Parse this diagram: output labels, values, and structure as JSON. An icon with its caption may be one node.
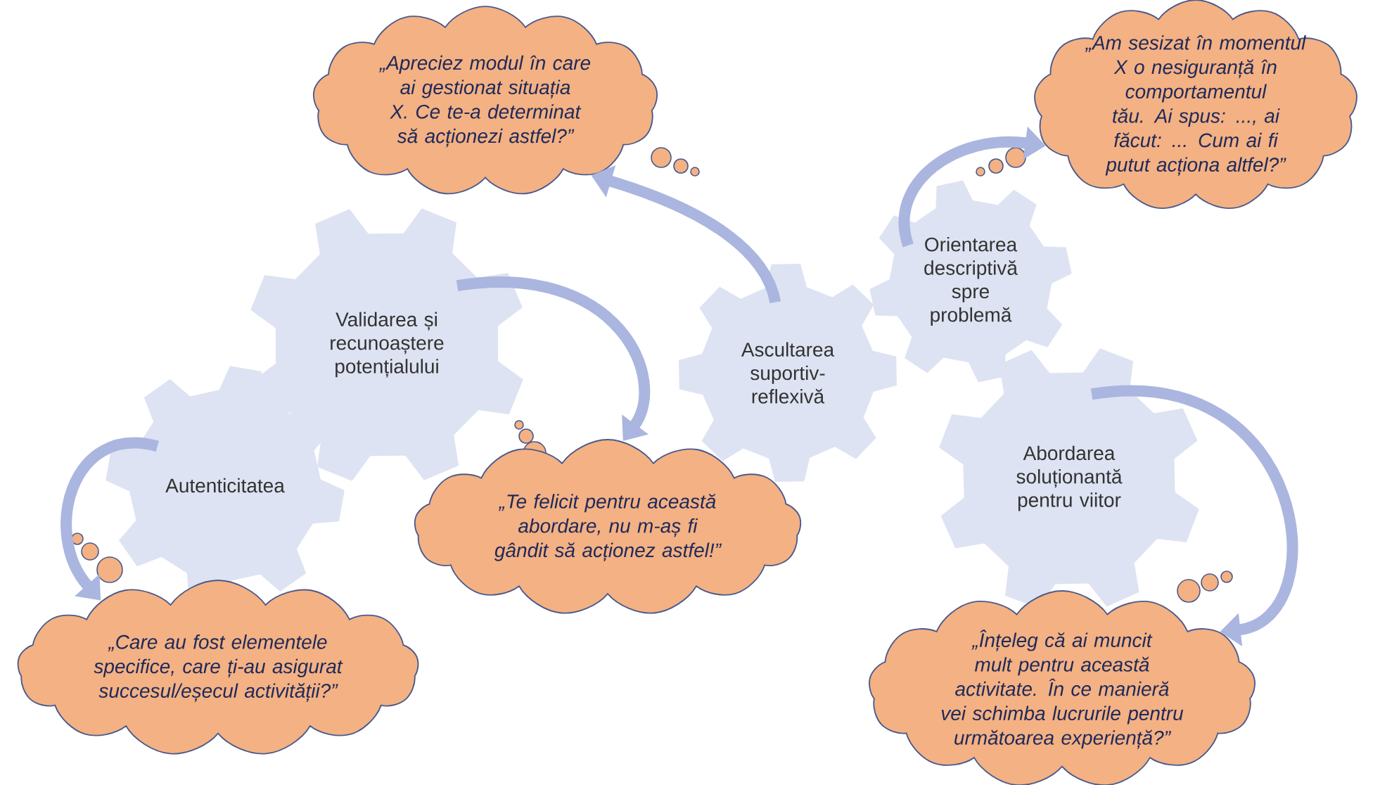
{
  "diagram": {
    "nodes": [
      {
        "text": [
          "„Apreciez modul în care ai gestionat situația X. Ce te-a determinat să acționezi astfel?”"
        ]
      },
      {
        "text": [
          "„Am sesizat în momentul X o nesiguranță în comportamentul tău. Ai spus: ..., ai făcut: ... Cum ai fi putut acționa altfel?”"
        ]
      },
      {
        "text": [
          "Validarea și recunoaștere potențialului"
        ]
      },
      {
        "text": [
          "Orientarea descriptivă spre problemă"
        ]
      },
      {
        "text": [
          "Ascultarea suportiv-reflexivă"
        ]
      },
      {
        "text": [
          "Autenticitatea"
        ]
      },
      {
        "text": [
          "Abordarea soluționantă pentru viitor"
        ]
      },
      {
        "text": [
          "„Te felicit pentru această abordare, nu m-aș fi gândit să acționez astfel!”"
        ]
      },
      {
        "text": [
          "„Care au fost elementele specifice, care ți-au asigurat succesul/eșecul activității?”"
        ]
      },
      {
        "text": [
          "„Înțeleg că ai muncit mult pentru această activitate. În ce manieră vei schimba lucrurile pentru următoarea experiență?”"
        ]
      }
    ],
    "edges": [
      {
        "from": 4,
        "to": 0,
        "arrow": "to"
      },
      {
        "from": 3,
        "to": 1,
        "arrow": "to"
      },
      {
        "from": 2,
        "to": 7,
        "arrow": "to"
      },
      {
        "from": 5,
        "to": 8,
        "arrow": "to"
      },
      {
        "from": 6,
        "to": 9,
        "arrow": "to"
      }
    ]
  }
}
